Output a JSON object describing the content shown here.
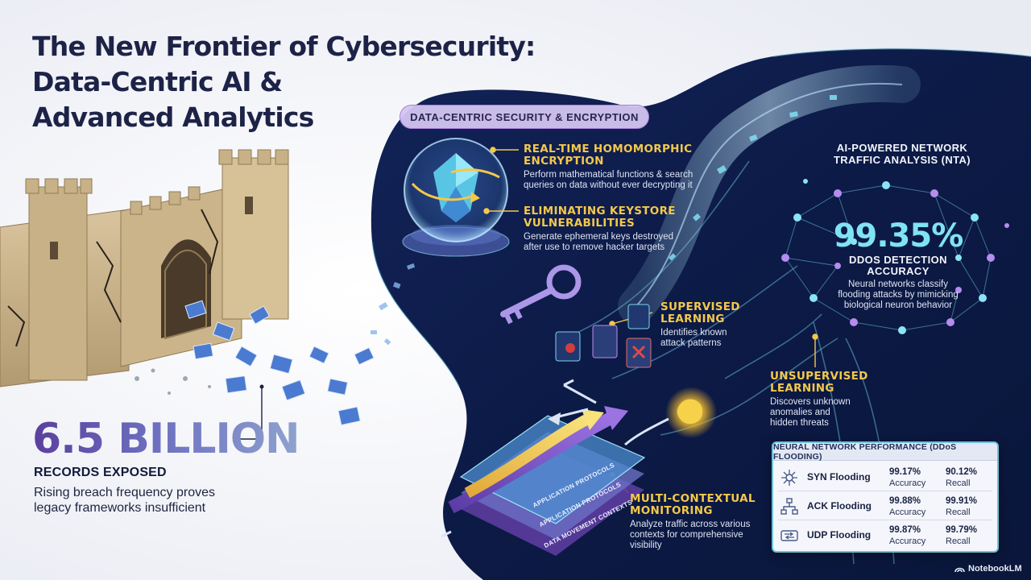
{
  "title": {
    "line1": "The New Frontier of Cybersecurity:",
    "line2": "Data-Centric AI &",
    "line3": "Advanced Analytics"
  },
  "breach": {
    "value": "6.5 BILLION",
    "label": "RECORDS EXPOSED",
    "desc_line1": "Rising breach frequency proves",
    "desc_line2": "legacy frameworks insufficient"
  },
  "encryption_section": {
    "pill": "DATA-CENTRIC SECURITY & ENCRYPTION",
    "homomorphic": {
      "title_line1": "REAL-TIME HOMOMORPHIC",
      "title_line2": "ENCRYPTION",
      "desc_line1": "Perform mathematical functions & search",
      "desc_line2": "queries on data without ever decrypting it"
    },
    "keystore": {
      "title_line1": "ELIMINATING KEYSTORE",
      "title_line2": "VULNERABILITIES",
      "desc_line1": "Generate ephemeral keys destroyed",
      "desc_line2": "after use to remove hacker targets"
    }
  },
  "nta": {
    "title_line1": "AI-POWERED NETWORK",
    "title_line2": "TRAFFIC ANALYSIS (NTA)",
    "stat": "99.35%",
    "stat_label_line1": "DDOS DETECTION",
    "stat_label_line2": "ACCURACY",
    "desc_line1": "Neural networks classify",
    "desc_line2": "flooding attacks by mimicking",
    "desc_line3": "biological neuron behavior"
  },
  "supervised": {
    "title_line1": "SUPERVISED",
    "title_line2": "LEARNING",
    "desc_line1": "Identifies known",
    "desc_line2": "attack patterns"
  },
  "unsupervised": {
    "title_line1": "UNSUPERVISED",
    "title_line2": "LEARNING",
    "desc_line1": "Discovers unknown",
    "desc_line2": "anomalies and",
    "desc_line3": "hidden threats"
  },
  "monitoring": {
    "title_line1": "MULTI-CONTEXTUAL",
    "title_line2": "MONITORING",
    "desc_line1": "Analyze traffic across various",
    "desc_line2": "contexts for comprehensive",
    "desc_line3": "visibility",
    "layers": [
      "APPLICATION PROTOCOLS",
      "APPLICATION PROTOCOLS",
      "DATA MOVEMENT CONTEXTS"
    ]
  },
  "performance": {
    "header": "NEURAL NETWORK PERFORMANCE (DDoS FLOODING)",
    "rows": [
      {
        "name": "SYN Flooding",
        "accuracy": "99.17%",
        "accuracy_label": "Accuracy",
        "recall": "90.12%",
        "recall_label": "Recall",
        "icon": "network-hub-icon"
      },
      {
        "name": "ACK Flooding",
        "accuracy": "99.88%",
        "accuracy_label": "Accuracy",
        "recall": "99.91%",
        "recall_label": "Recall",
        "icon": "network-tree-icon"
      },
      {
        "name": "UDP Flooding",
        "accuracy": "99.87%",
        "accuracy_label": "Accuracy",
        "recall": "99.79%",
        "recall_label": "Recall",
        "icon": "transfer-arrows-icon"
      }
    ]
  },
  "branding": {
    "label": "NotebookLM"
  },
  "colors": {
    "panel_dark": "#0c1a44",
    "accent_gold": "#f4c84a",
    "accent_cyan": "#6fd0e6",
    "accent_purple": "#8a5cd0",
    "title_navy": "#1d2347"
  }
}
